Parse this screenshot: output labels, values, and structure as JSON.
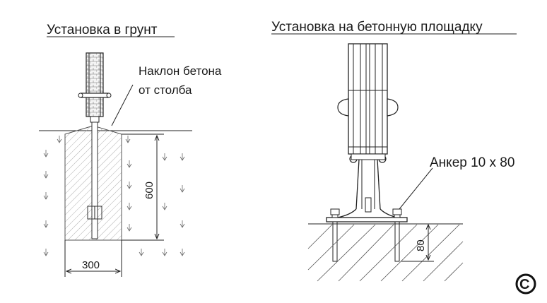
{
  "left": {
    "title": "Установка в грунт",
    "slope_note": [
      "Наклон бетона",
      "от столба"
    ],
    "depth": "600",
    "width": "300"
  },
  "right": {
    "title": "Установка на бетонную площадку",
    "anchor_label": "Анкер 10 х 80",
    "anchor_depth": "80"
  },
  "copyright": "©"
}
